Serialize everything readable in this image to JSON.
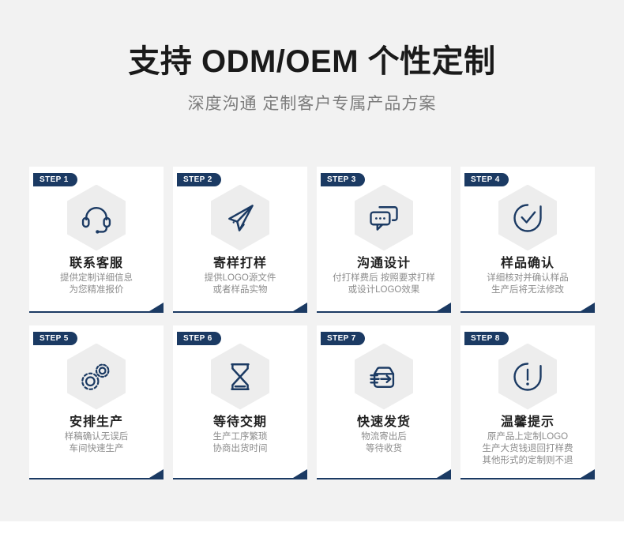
{
  "header": {
    "title": "支持 ODM/OEM 个性定制",
    "subtitle": "深度沟通 定制客户专属产品方案"
  },
  "colors": {
    "accent": "#1b3a63",
    "page_bg": "#f2f2f2",
    "card_bg": "#ffffff",
    "hex_bg": "#ededed",
    "title_text": "#1a1a1a",
    "subtitle_text": "#7c7c7c",
    "desc_text": "#8c8c8c"
  },
  "steps": [
    {
      "badge": "STEP 1",
      "icon": "headset-icon",
      "title": "联系客服",
      "desc": "提供定制详细信息\n为您精准报价"
    },
    {
      "badge": "STEP 2",
      "icon": "paper-plane-icon",
      "title": "寄样打样",
      "desc": "提供LOGO源文件\n或者样品实物"
    },
    {
      "badge": "STEP 3",
      "icon": "chat-bubbles-icon",
      "title": "沟通设计",
      "desc": "付打样费后 按照要求打样\n或设计LOGO效果"
    },
    {
      "badge": "STEP 4",
      "icon": "check-circle-icon",
      "title": "样品确认",
      "desc": "详细核对并确认样品\n生产后将无法修改"
    },
    {
      "badge": "STEP 5",
      "icon": "gears-icon",
      "title": "安排生产",
      "desc": "样稿确认无误后\n车间快速生产"
    },
    {
      "badge": "STEP 6",
      "icon": "hourglass-icon",
      "title": "等待交期",
      "desc": "生产工序繁琐\n协商出货时间"
    },
    {
      "badge": "STEP 7",
      "icon": "shipping-box-icon",
      "title": "快速发货",
      "desc": "物流寄出后\n等待收货"
    },
    {
      "badge": "STEP 8",
      "icon": "exclamation-circle-icon",
      "title": "温馨提示",
      "desc": "原产品上定制LOGO\n生产大货钱退回打样费\n其他形式的定制则不退"
    }
  ]
}
